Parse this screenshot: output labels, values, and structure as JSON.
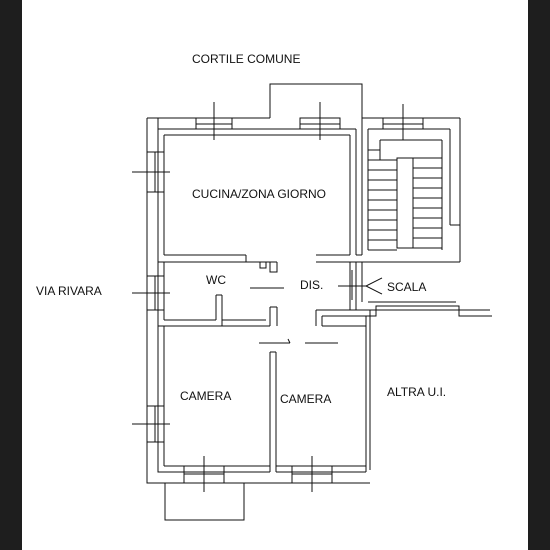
{
  "plan": {
    "labels": {
      "courtyard": "CORTILE COMUNE",
      "street": "VIA RIVARA",
      "kitchen": "CUCINA/ZONA GIORNO",
      "wc": "WC",
      "hall": "DIS.",
      "stairs": "SCALA",
      "bedroom_left": "CAMERA",
      "bedroom_right": "CAMERA",
      "other_unit": "ALTRA U.I."
    }
  },
  "colors": {
    "background_frame": "#1e1e1e",
    "paper": "#ffffff",
    "line": "#111111"
  }
}
